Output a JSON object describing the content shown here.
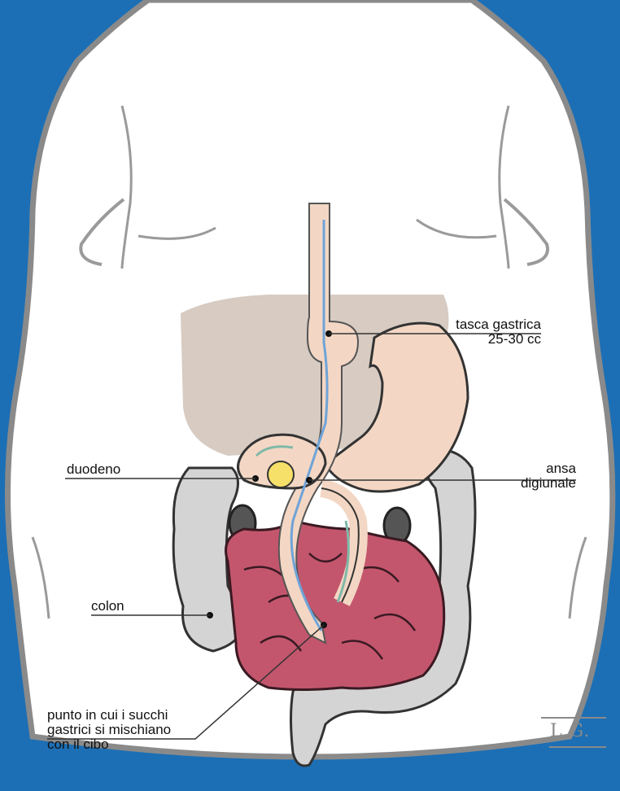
{
  "labels": {
    "tasca_title": "tasca gastrica",
    "tasca_volume": "25-30 cc",
    "ansa_line1": "ansa",
    "ansa_line2": "digiunale",
    "duodeno": "duodeno",
    "colon": "colon",
    "punto_line1": "punto in cui i succhi",
    "punto_line2": "gastrici si mischiano",
    "punto_line3": "con il cibo"
  },
  "signature": "L.G.",
  "colors": {
    "background": "#1c6fb5",
    "body": "#ffffff",
    "outline": "#8a8a8a",
    "liver": "#c9b9ad",
    "stomach": "#f3d7c4",
    "small_intestine": "#c3566d",
    "colon": "#d4d4d4",
    "bile_flow": "#7fb8a8",
    "food_flow": "#6fa3d8"
  }
}
